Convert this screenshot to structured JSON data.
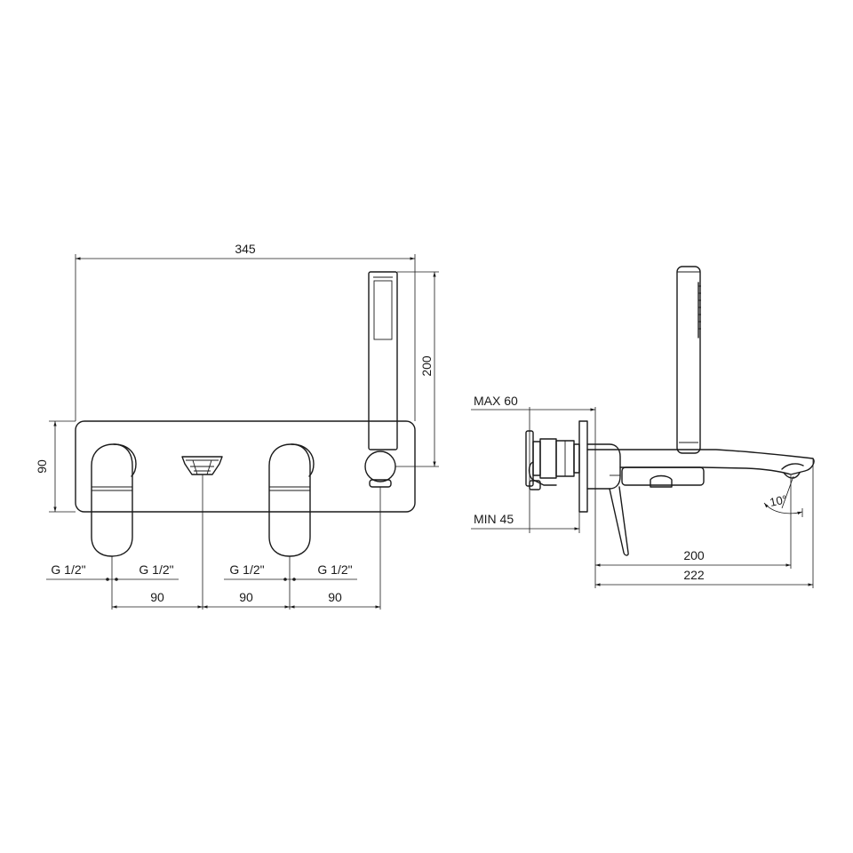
{
  "front_view": {
    "overall_width": "345",
    "plate_height": "90",
    "shower_height": "200",
    "thread_1": "G 1/2\"",
    "thread_2": "G 1/2\"",
    "thread_3": "G 1/2\"",
    "thread_4": "G 1/2\"",
    "spacing_1": "90",
    "spacing_2": "90",
    "spacing_3": "90"
  },
  "side_view": {
    "max_depth": "MAX 60",
    "min_depth": "MIN 45",
    "spout_length": "200",
    "total_projection": "222",
    "angle": "10°"
  }
}
